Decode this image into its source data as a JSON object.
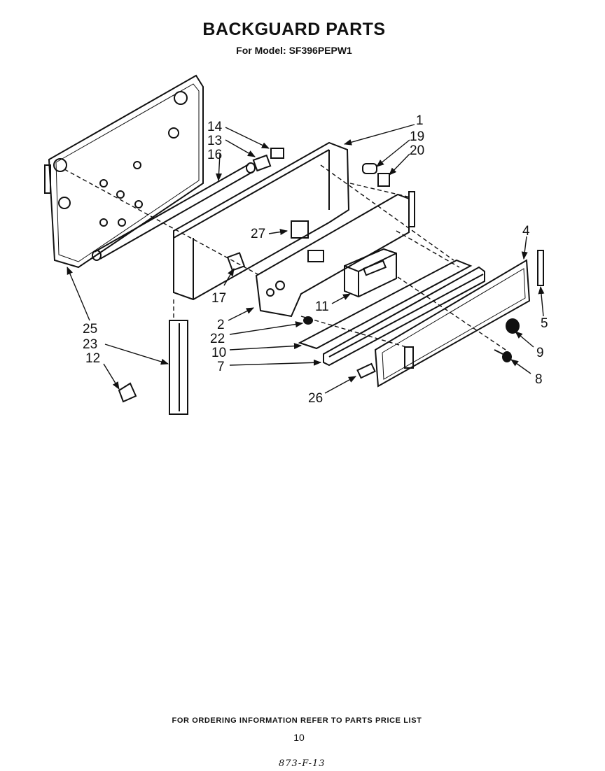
{
  "header": {
    "title": "BACKGUARD PARTS",
    "subtitle": "For Model: SF396PEPW1"
  },
  "callouts": [
    {
      "id": "1",
      "text": "1"
    },
    {
      "id": "19",
      "text": "19"
    },
    {
      "id": "20",
      "text": "20"
    },
    {
      "id": "14",
      "text": "14"
    },
    {
      "id": "13",
      "text": "13"
    },
    {
      "id": "16",
      "text": "16"
    },
    {
      "id": "27",
      "text": "27"
    },
    {
      "id": "4",
      "text": "4"
    },
    {
      "id": "17",
      "text": "17"
    },
    {
      "id": "11",
      "text": "11"
    },
    {
      "id": "2",
      "text": "2"
    },
    {
      "id": "22",
      "text": "22"
    },
    {
      "id": "10",
      "text": "10"
    },
    {
      "id": "7",
      "text": "7"
    },
    {
      "id": "25",
      "text": "25"
    },
    {
      "id": "23",
      "text": "23"
    },
    {
      "id": "12",
      "text": "12"
    },
    {
      "id": "5",
      "text": "5"
    },
    {
      "id": "9",
      "text": "9"
    },
    {
      "id": "8",
      "text": "8"
    },
    {
      "id": "26",
      "text": "26"
    }
  ],
  "footer": {
    "ordering_note": "FOR ORDERING INFORMATION REFER TO PARTS PRICE LIST",
    "page_number": "10",
    "drawing_code": "873-F-13"
  }
}
